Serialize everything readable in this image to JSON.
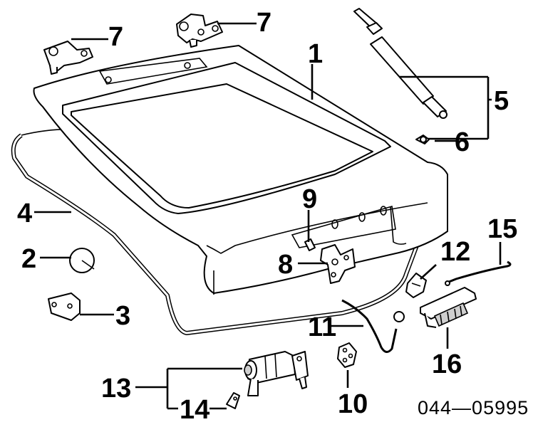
{
  "callouts": {
    "c1": "1",
    "c2": "2",
    "c3": "3",
    "c4": "4",
    "c5": "5",
    "c6": "6",
    "c7a": "7",
    "c7b": "7",
    "c8": "8",
    "c9": "9",
    "c10": "10",
    "c11": "11",
    "c12": "12",
    "c13": "13",
    "c14": "14",
    "c15": "15",
    "c16": "16"
  },
  "diagram_code": "044—05995"
}
